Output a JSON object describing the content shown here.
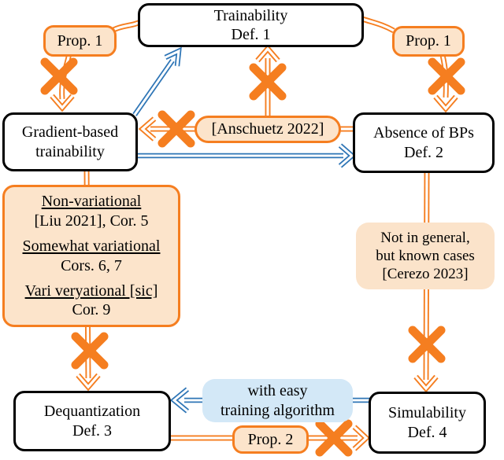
{
  "colors": {
    "orange": "#F57E20",
    "orange_fill": "#FCE4CB",
    "blue": "#2E75B6",
    "blue_fill": "#D3E8F7",
    "box_border": "#000000"
  },
  "boxes": {
    "trainability": {
      "line1": "Trainability",
      "line2": "Def. 1"
    },
    "prop1_left": {
      "label": "Prop. 1"
    },
    "prop1_right": {
      "label": "Prop. 1"
    },
    "gradient": {
      "line1": "Gradient-based",
      "line2": "trainability"
    },
    "anschuetz": {
      "label": "[Anschuetz 2022]"
    },
    "absence": {
      "line1": "Absence of BPs",
      "line2": "Def. 2"
    },
    "nonvariational": {
      "entries": [
        {
          "heading": "Non-variational",
          "detail": "[Liu 2021], Cor. 5"
        },
        {
          "heading": "Somewhat variational",
          "detail": "Cors. 6, 7"
        },
        {
          "heading": "Vari veryational [sic]",
          "detail": "Cor. 9"
        }
      ]
    },
    "cerezo": {
      "line1": "Not in general,",
      "line2": "but known cases",
      "line3": "[Cerezo 2023]"
    },
    "dequantization": {
      "line1": "Dequantization",
      "line2": "Def. 3"
    },
    "easy_training": {
      "line1": "with easy",
      "line2": "training algorithm"
    },
    "prop2": {
      "label": "Prop. 2"
    },
    "simulability": {
      "line1": "Simulability",
      "line2": "Def. 4"
    }
  }
}
